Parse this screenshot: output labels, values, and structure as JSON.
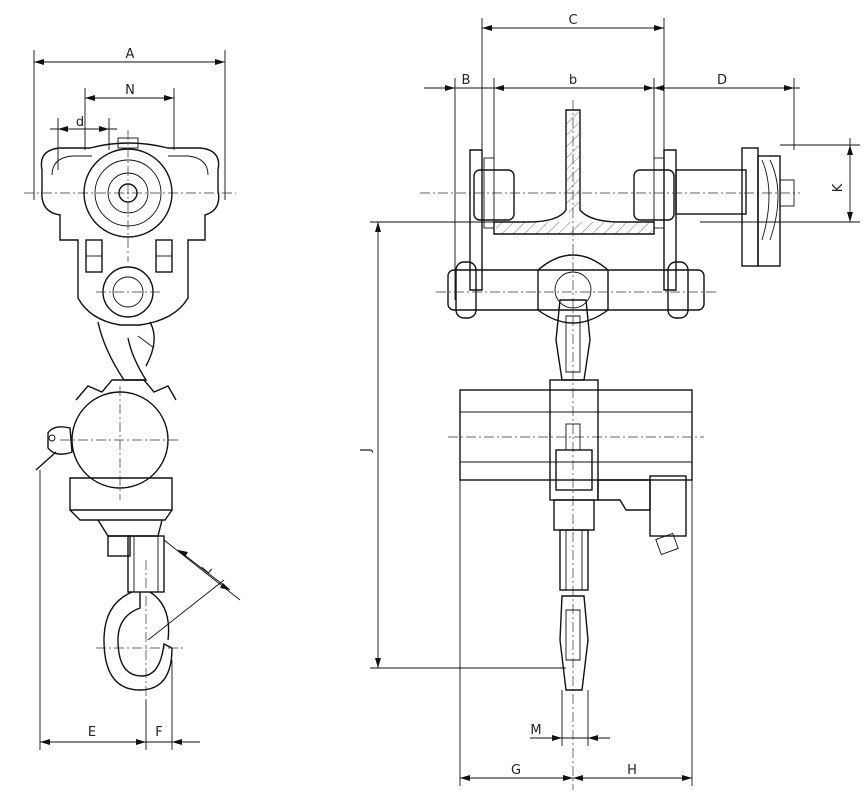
{
  "dimension_labels": {
    "A": "A",
    "N": "N",
    "d": "d",
    "E": "E",
    "F": "F",
    "L": "L",
    "C": "C",
    "B": "B",
    "b": "b",
    "D": "D",
    "K": "K",
    "J": "J",
    "M": "M",
    "G": "G",
    "H": "H"
  }
}
